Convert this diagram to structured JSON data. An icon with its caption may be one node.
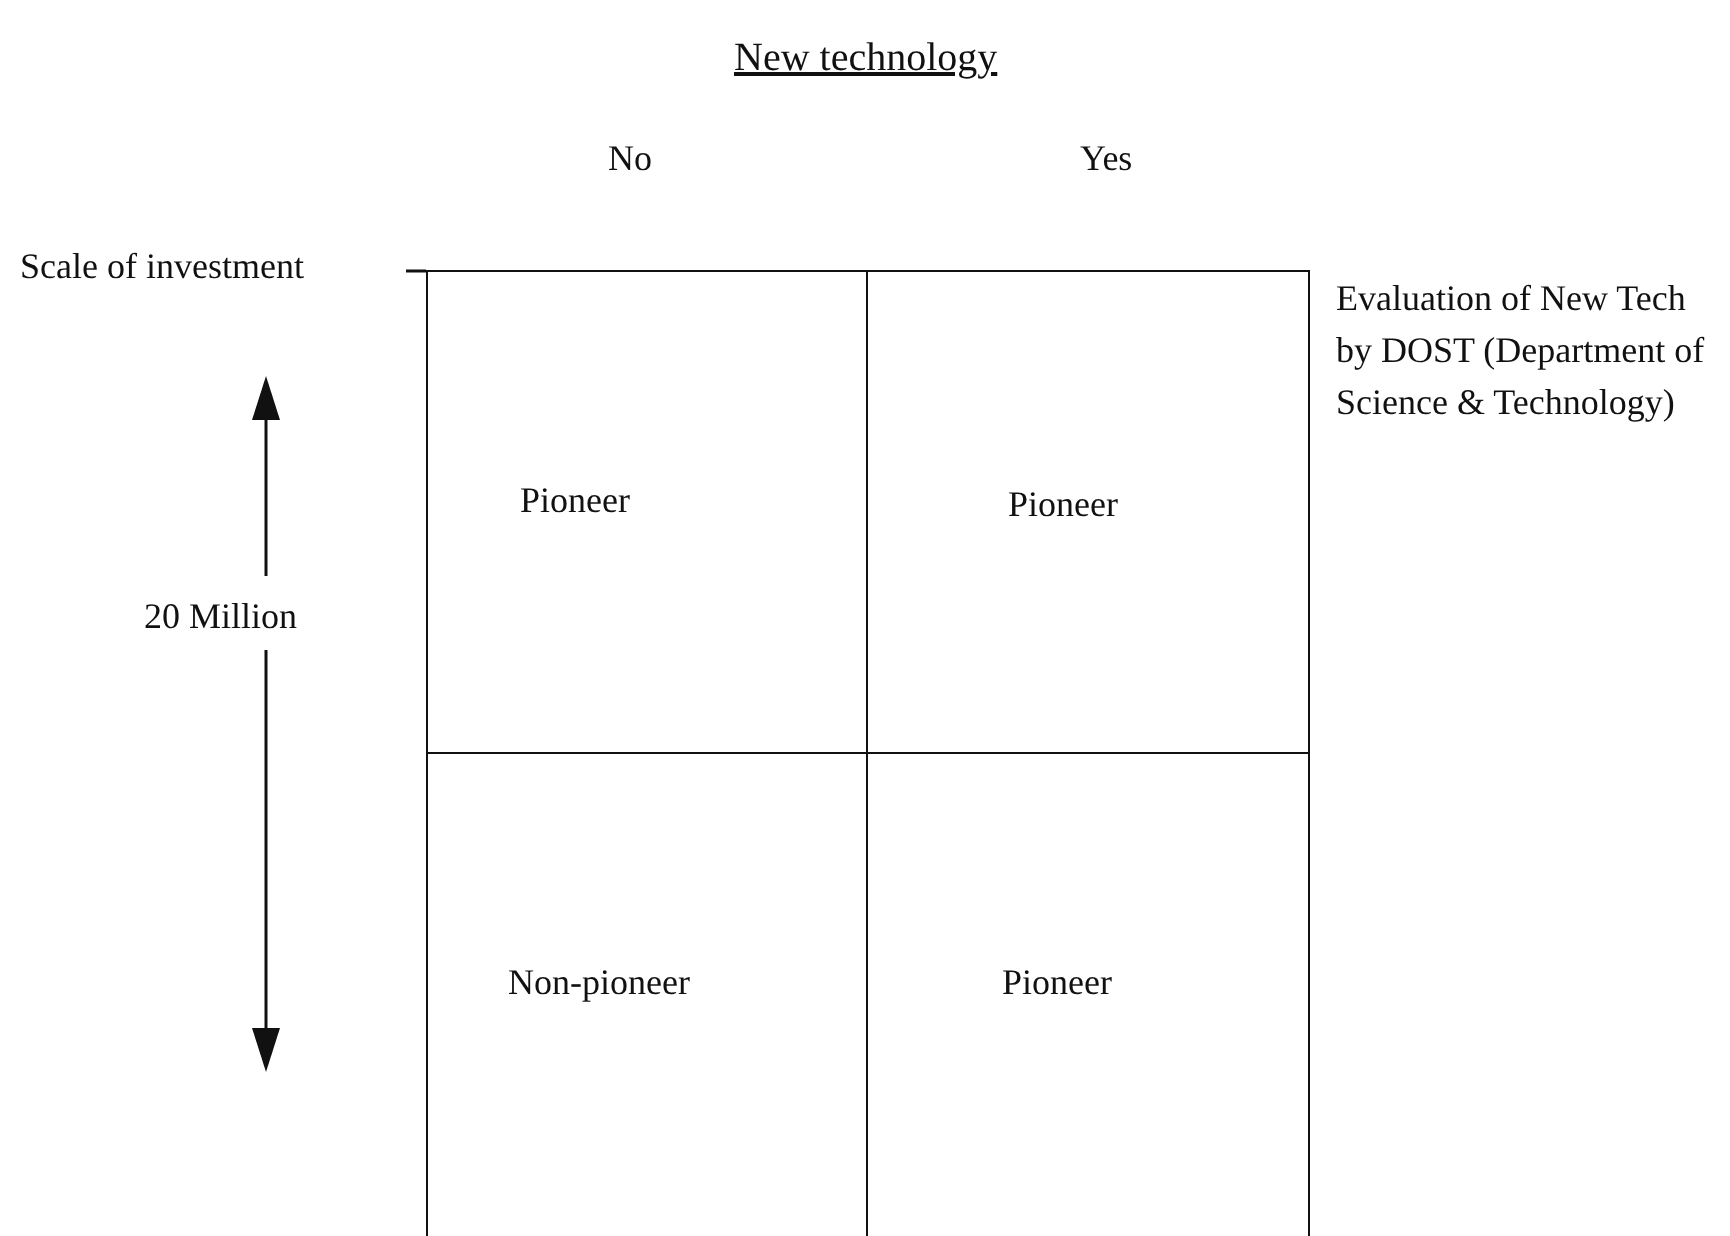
{
  "diagram": {
    "title": "New technology",
    "nodes": [
      {
        "text": [
          "Pioneer"
        ]
      },
      {
        "text": [
          "Pioneer"
        ]
      },
      {
        "text": [
          "Non-pioneer"
        ]
      },
      {
        "text": [
          "Pioneer"
        ]
      }
    ],
    "labels": [
      "No",
      "Yes",
      "Scale of investment",
      "20 Million",
      "Evaluation of New Tech by DOST (Department of Science & Technology)"
    ]
  }
}
